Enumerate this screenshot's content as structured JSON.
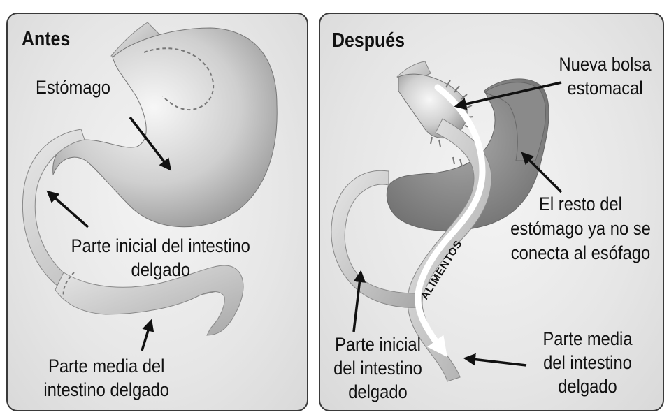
{
  "before": {
    "title": "Antes",
    "labels": {
      "stomach": "Estómago",
      "initial_intestine_line1": "Parte inicial del intestino",
      "initial_intestine_line2": "delgado",
      "middle_intestine_line1": "Parte media del",
      "middle_intestine_line2": "intestino delgado"
    }
  },
  "after": {
    "title": "Después",
    "labels": {
      "new_pouch_line1": "Nueva bolsa",
      "new_pouch_line2": "estomacal",
      "rest_line1": "El resto del",
      "rest_line2": "estómago ya no se",
      "rest_line3": "conecta al esófago",
      "initial_intestine_line1": "Parte inicial",
      "initial_intestine_line2": "del intestino",
      "initial_intestine_line3": "delgado",
      "middle_intestine_line1": "Parte media",
      "middle_intestine_line2": "del intestino",
      "middle_intestine_line3": "delgado",
      "food": "ALIMENTOS"
    }
  }
}
